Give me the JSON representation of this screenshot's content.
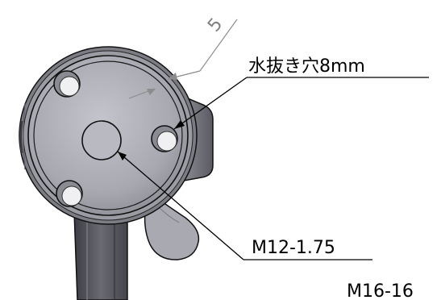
{
  "annotations": {
    "dimension_value": "5",
    "water_hole_label": "水抜き穴8mm",
    "center_thread_label": "M12-1.75",
    "bottom_thread_label": "M16-16"
  },
  "colors": {
    "part_fill": "#a7a7af",
    "part_shade": "#7d7d85",
    "part_dark": "#505058",
    "edge": "#111111",
    "leader": "#000000",
    "dimension": "#8c8c8c"
  }
}
